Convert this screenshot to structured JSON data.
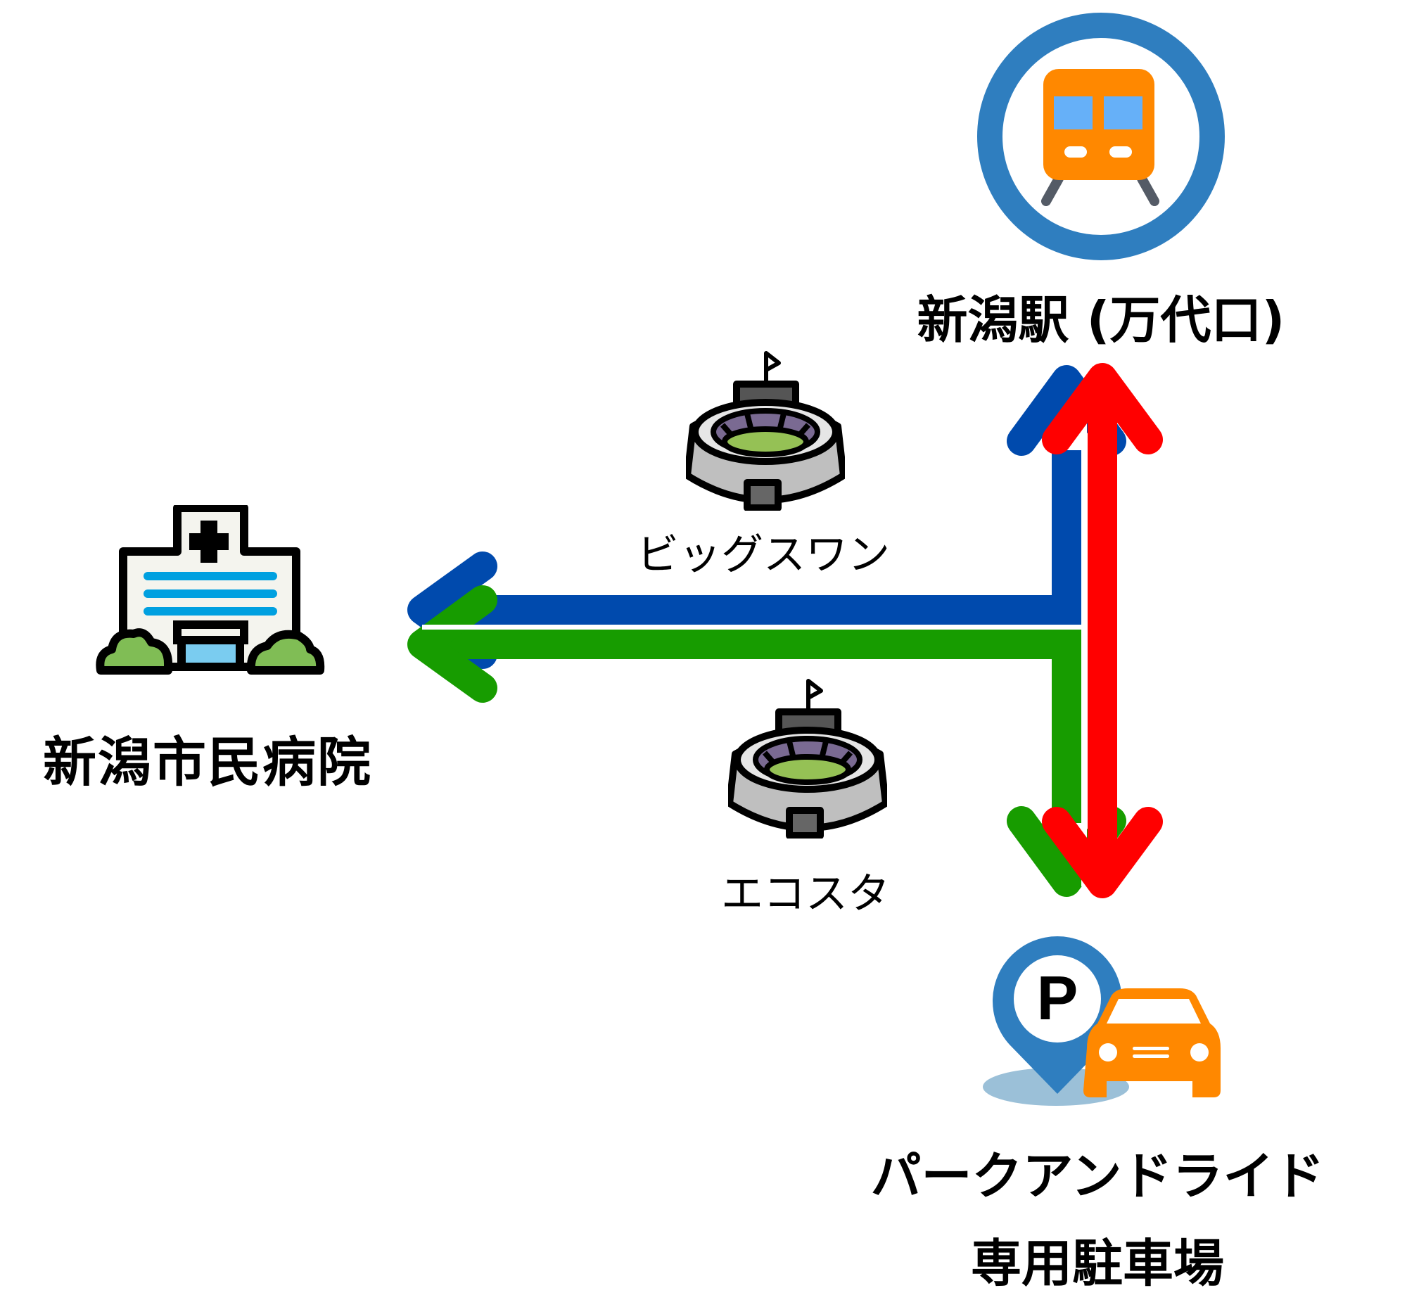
{
  "diagram": {
    "title": "",
    "colors": {
      "blue_route": "#004aad",
      "green_route": "#179c00",
      "red_route": "#ff0000",
      "station_ring": "#2f7ebf",
      "train_body": "#ff8800",
      "train_window": "#66b0f8",
      "car": "#ff8800",
      "pin": "#2f7ebf",
      "pin_shadow": "#9bc0d8"
    },
    "nodes": {
      "station": {
        "label": "新潟駅 (万代口)",
        "icon": "train-icon"
      },
      "hospital": {
        "label": "新潟市民病院",
        "icon": "hospital-icon"
      },
      "stadium_1": {
        "label": "ビッグスワン",
        "icon": "stadium-icon"
      },
      "stadium_2": {
        "label": "エコスタ",
        "icon": "stadium-icon"
      },
      "parking": {
        "label_line1": "パークアンドライド",
        "label_line2": "専用駐車場",
        "icon": "parking-car-icon"
      }
    },
    "routes": [
      {
        "name": "blue",
        "from": "新潟駅 (万代口)",
        "to": "新潟市民病院",
        "direction": "bidirectional",
        "via": "ビッグスワン"
      },
      {
        "name": "green",
        "from": "パークアンドライド専用駐車場",
        "to": "新潟市民病院",
        "direction": "bidirectional",
        "via": "エコスタ"
      },
      {
        "name": "red",
        "from": "新潟駅 (万代口)",
        "to": "パークアンドライド専用駐車場",
        "direction": "bidirectional"
      }
    ]
  }
}
